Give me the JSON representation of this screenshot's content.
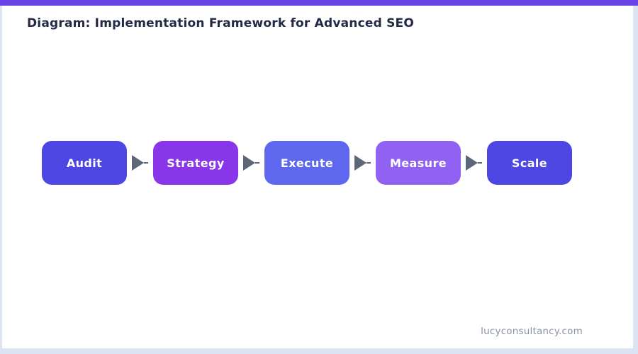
{
  "page": {
    "title": "Diagram: Implementation Framework for Advanced SEO",
    "footer": "lucyconsultancy.com"
  },
  "colors": {
    "accent_bar": "#6943e5",
    "frame_border": "#dde4f1",
    "card_background": "#ffffff",
    "title_text": "#232a45",
    "footer_text": "#8a93a6",
    "arrow": "#5c6878",
    "step_text": "#ffffff"
  },
  "flow": {
    "steps": [
      {
        "label": "Audit",
        "color": "#4d46e3"
      },
      {
        "label": "Strategy",
        "color": "#8936ea"
      },
      {
        "label": "Execute",
        "color": "#5d68ee"
      },
      {
        "label": "Measure",
        "color": "#9161f2"
      },
      {
        "label": "Scale",
        "color": "#4d46e3"
      }
    ]
  }
}
